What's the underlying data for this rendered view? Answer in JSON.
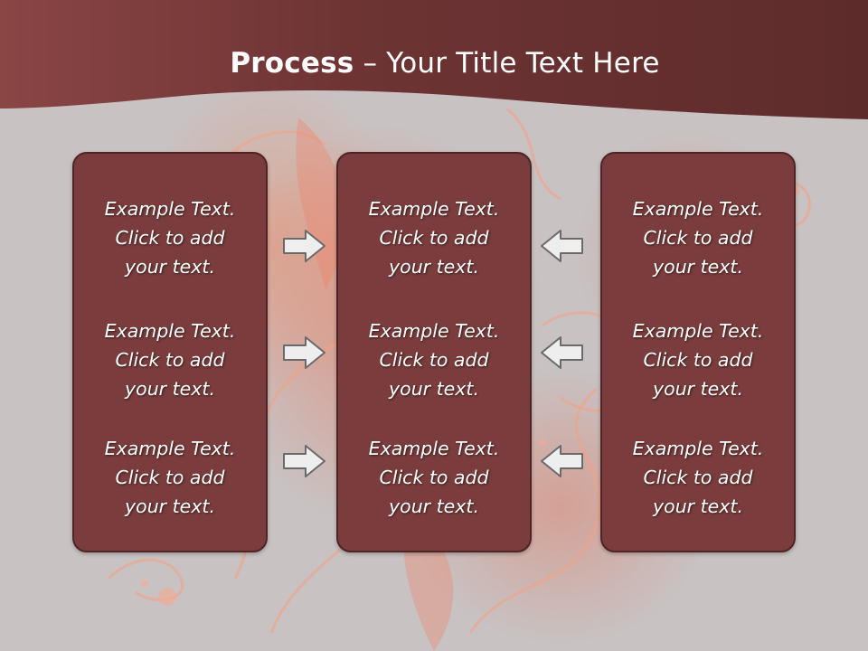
{
  "slide": {
    "title_bold": "Process",
    "title_rest": " – Your Title Text Here"
  },
  "columns": [
    {
      "blocks": [
        "Example Text.\nClick  to add\nyour text.",
        "Example Text.\nClick  to add\nyour text.",
        "Example Text.\nClick  to add\nyour text."
      ]
    },
    {
      "blocks": [
        "Example Text.\nClick  to add\nyour text.",
        "Example Text.\nClick  to add\nyour text.",
        "Example Text.\nClick  to add\nyour text."
      ]
    },
    {
      "blocks": [
        "Example Text.\nClick  to add\nyour text.",
        "Example Text.\nClick  to add\nyour text.",
        "Example Text.\nClick  to add\nyour text."
      ]
    }
  ],
  "arrows": {
    "left_side": [
      "right-arrow-icon",
      "right-arrow-icon",
      "right-arrow-icon"
    ],
    "right_side": [
      "left-arrow-icon",
      "left-arrow-icon",
      "left-arrow-icon"
    ]
  },
  "colors": {
    "header": "#7a3a3a",
    "panel": "#7a3c3c",
    "panel_border": "#4e2424",
    "arrow_fill": "#eeeeee",
    "arrow_stroke": "#6a6a6a"
  }
}
